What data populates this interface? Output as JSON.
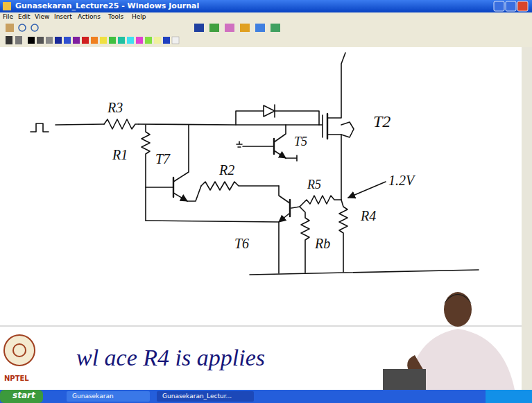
{
  "diagram": {
    "labels": [
      "Gunasekaran_Lecture25 - Windows Journal",
      "File",
      "Edit",
      "View",
      "Insert",
      "Actions",
      "Tools",
      "Help",
      "R3",
      "R1",
      "T7",
      "R2",
      "T5",
      "T2",
      "R5",
      "1.2V",
      "R4",
      "Rb",
      "T6",
      "wl ace R4 is applies",
      "NPTEL",
      "start",
      "Gunasekaran",
      "Gunasekaran_Lectur..."
    ]
  }
}
